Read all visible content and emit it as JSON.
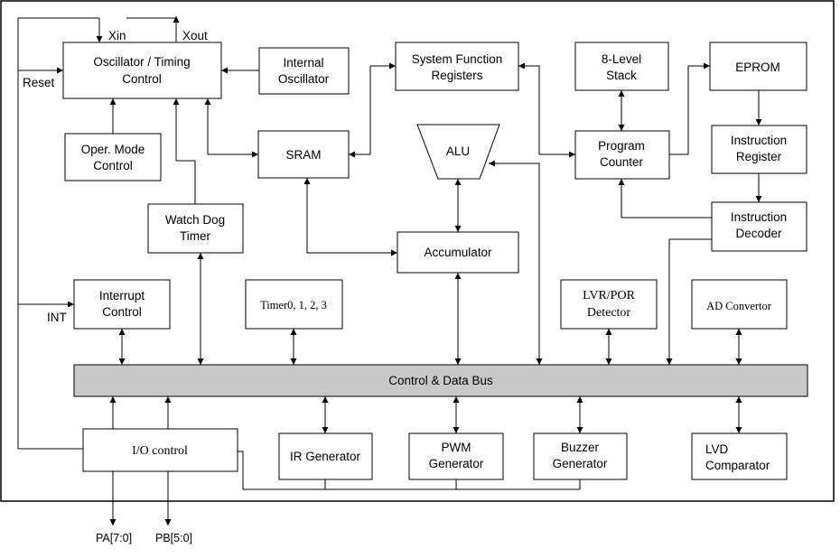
{
  "blocks": {
    "osc_timing": [
      "Oscillator / Timing",
      "Control"
    ],
    "internal_osc": [
      "Internal",
      "Oscillator"
    ],
    "sys_func_reg": [
      "System Function",
      "Registers"
    ],
    "stack": [
      "8-Level",
      "Stack"
    ],
    "eprom": [
      "EPROM"
    ],
    "oper_mode": [
      "Oper. Mode",
      "Control"
    ],
    "sram": [
      "SRAM"
    ],
    "alu": [
      "ALU"
    ],
    "program_counter": [
      "Program",
      "Counter"
    ],
    "instruction_register": [
      "Instruction",
      "Register"
    ],
    "watch_dog": [
      "Watch Dog",
      "Timer"
    ],
    "accumulator": [
      "Accumulator"
    ],
    "instruction_decoder": [
      "Instruction",
      "Decoder"
    ],
    "interrupt": [
      "Interrupt",
      "Control"
    ],
    "timers": [
      "Timer0, 1, 2, 3"
    ],
    "lvr_por": [
      "LVR/POR",
      "Detector"
    ],
    "ad_conv": [
      "AD Convertor"
    ],
    "bus": [
      "Control & Data Bus"
    ],
    "io_control": [
      "I/O control"
    ],
    "ir_gen": [
      "IR Generator"
    ],
    "pwm_gen": [
      "PWM",
      "Generator"
    ],
    "buzzer_gen": [
      "Buzzer",
      "Generator"
    ],
    "lvd": [
      "LVD",
      "Comparator"
    ]
  },
  "pins": {
    "xin": "Xin",
    "xout": "Xout",
    "reset": "Reset",
    "int": "INT",
    "pa": "PA[7:0]",
    "pb": "PB[5:0]"
  }
}
